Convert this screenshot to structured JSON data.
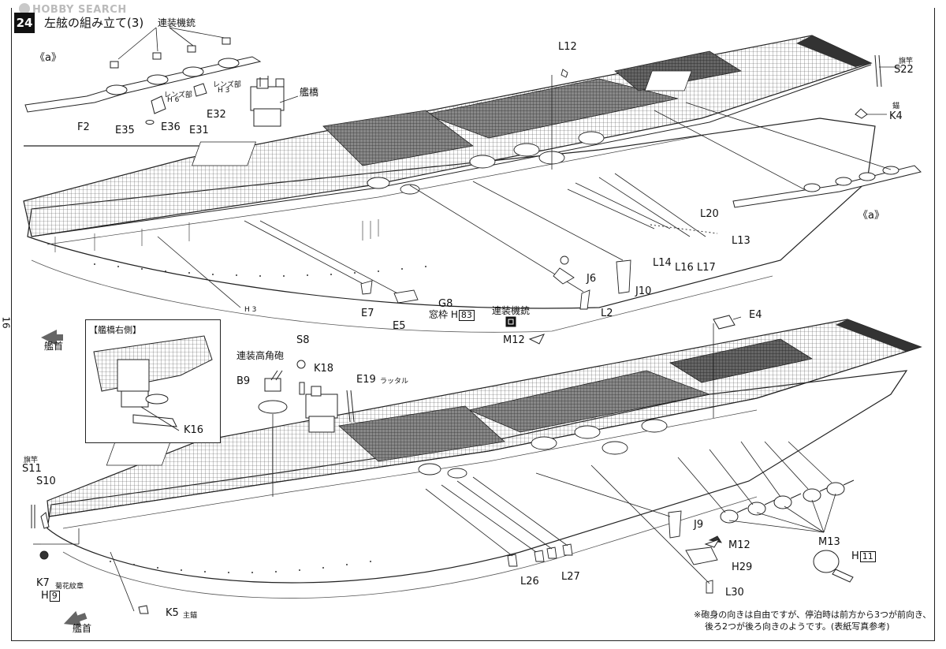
{
  "watermark": "HOBBY SEARCH",
  "page": {
    "step_number": "24",
    "title": "左舷の組み立て(3)",
    "page_number": "16"
  },
  "inset": {
    "title": "【艦橋右側】",
    "part": "K16"
  },
  "labels": {
    "renso_kiju_top": "連装機銃",
    "a_left": "《a》",
    "a_right": "《a》",
    "f2": "F2",
    "e35": "E35",
    "e36": "E36",
    "e31": "E31",
    "e32": "E32",
    "lens_h6_small": "レンズ部",
    "h6": "H 6",
    "lens_h3_small": "レンズ部",
    "h3_top": "H 3",
    "kankyo": "艦橋",
    "l12": "L12",
    "hatazao_top": "旗竿",
    "s22": "S22",
    "ikari": "錨",
    "k4": "K4",
    "l20": "L20",
    "l13": "L13",
    "l14": "L14",
    "l16": "L16",
    "l17": "L17",
    "j6": "J6",
    "j10": "J10",
    "l2": "L2",
    "g8": "G8",
    "madowaku": "窓枠 H",
    "h83": "83",
    "e7": "E7",
    "e5": "E5",
    "h3_mid": "H 3",
    "renso_kiju_mid": "連装機銃",
    "m12_top": "M12",
    "kanshu_top": "艦首",
    "e4": "E4",
    "s8": "S8",
    "renso_kokakuho": "連装高角砲",
    "b9": "B9",
    "k18": "K18",
    "e19": "E19",
    "rattaru": "ラッタル",
    "hatazao_bot": "旗竿",
    "s11": "S11",
    "s10": "S10",
    "j9": "J9",
    "m12_bot": "M12",
    "m13": "M13",
    "h11_pre": "H",
    "h11": "11",
    "h29": "H29",
    "l30": "L30",
    "l26": "L26",
    "l27": "L27",
    "k7": "K7",
    "kikamonsho": "菊花紋章",
    "h9_pre": "H",
    "h9": "9",
    "k5": "K5",
    "shubyo": "主錨",
    "kanshu_bot": "艦首"
  },
  "note": {
    "line1": "※砲身の向きは自由ですが、停泊時は前方から3つが前向き、",
    "line2": "後ろ2つが後ろ向きのようです。(表紙写真参考)"
  }
}
